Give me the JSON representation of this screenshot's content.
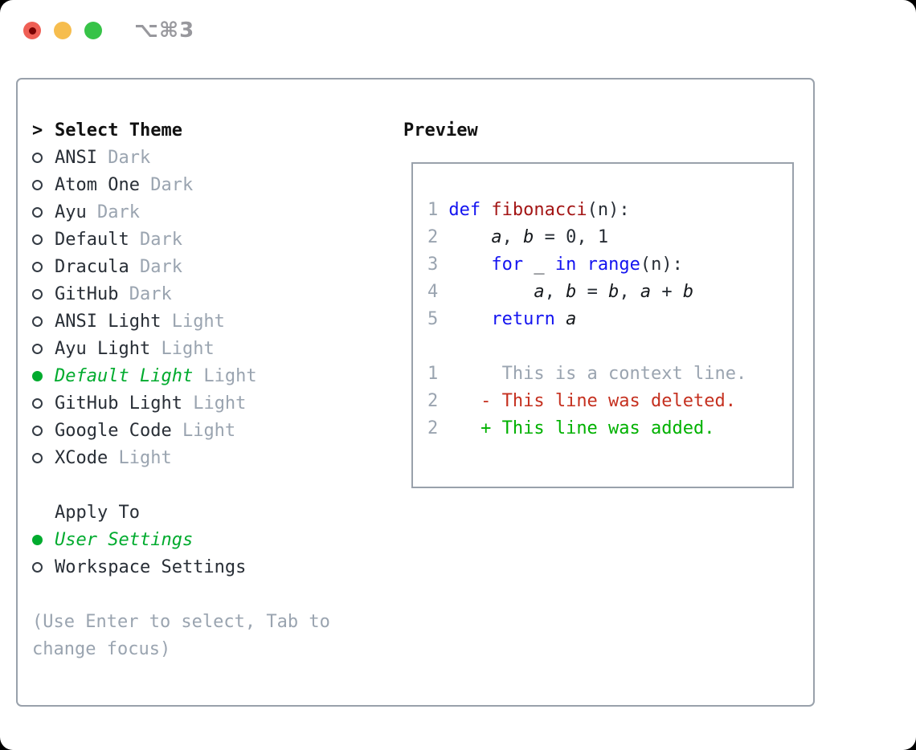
{
  "window": {
    "title": "⌥⌘3"
  },
  "panel": {
    "selector": {
      "prompt": ">",
      "title": "Select Theme"
    },
    "themes": [
      {
        "name": "ANSI",
        "variant": "Dark",
        "selected": false
      },
      {
        "name": "Atom One",
        "variant": "Dark",
        "selected": false
      },
      {
        "name": "Ayu",
        "variant": "Dark",
        "selected": false
      },
      {
        "name": "Default",
        "variant": "Dark",
        "selected": false
      },
      {
        "name": "Dracula",
        "variant": "Dark",
        "selected": false
      },
      {
        "name": "GitHub",
        "variant": "Dark",
        "selected": false
      },
      {
        "name": "ANSI Light",
        "variant": "Light",
        "selected": false
      },
      {
        "name": "Ayu Light",
        "variant": "Light",
        "selected": false
      },
      {
        "name": "Default Light",
        "variant": "Light",
        "selected": true
      },
      {
        "name": "GitHub Light",
        "variant": "Light",
        "selected": false
      },
      {
        "name": "Google Code",
        "variant": "Light",
        "selected": false
      },
      {
        "name": "XCode",
        "variant": "Light",
        "selected": false
      }
    ],
    "apply_to": {
      "label": "Apply To",
      "options": [
        {
          "name": "User Settings",
          "selected": true
        },
        {
          "name": "Workspace Settings",
          "selected": false
        }
      ]
    },
    "hint_lines": [
      "(Use Enter to select, Tab to",
      "change focus)"
    ]
  },
  "preview": {
    "label": "Preview",
    "lines": [
      {
        "num": "1",
        "tokens": [
          [
            "kw",
            "def"
          ],
          [
            "pl",
            " "
          ],
          [
            "fn",
            "fibonacci"
          ],
          [
            "pl",
            "(n):"
          ]
        ]
      },
      {
        "num": "2",
        "tokens": [
          [
            "pl",
            "    "
          ],
          [
            "var",
            "a"
          ],
          [
            "pl",
            ", "
          ],
          [
            "var",
            "b"
          ],
          [
            "pl",
            " = 0, 1"
          ]
        ]
      },
      {
        "num": "3",
        "tokens": [
          [
            "pl",
            "    "
          ],
          [
            "kw",
            "for"
          ],
          [
            "pl",
            " _ "
          ],
          [
            "kw",
            "in"
          ],
          [
            "pl",
            " "
          ],
          [
            "kw",
            "range"
          ],
          [
            "pl",
            "(n):"
          ]
        ]
      },
      {
        "num": "4",
        "tokens": [
          [
            "pl",
            "        "
          ],
          [
            "var",
            "a"
          ],
          [
            "pl",
            ", "
          ],
          [
            "var",
            "b"
          ],
          [
            "pl",
            " = "
          ],
          [
            "var",
            "b"
          ],
          [
            "pl",
            ", "
          ],
          [
            "var",
            "a"
          ],
          [
            "pl",
            " + "
          ],
          [
            "var",
            "b"
          ]
        ]
      },
      {
        "num": "5",
        "tokens": [
          [
            "pl",
            "    "
          ],
          [
            "kw",
            "return"
          ],
          [
            "pl",
            " "
          ],
          [
            "var",
            "a"
          ]
        ]
      },
      {
        "num": "",
        "tokens": []
      },
      {
        "num": "1",
        "tokens": [
          [
            "ctx",
            "     This is a context line."
          ]
        ]
      },
      {
        "num": "2",
        "tokens": [
          [
            "del",
            "   - This line was deleted."
          ]
        ]
      },
      {
        "num": "2",
        "tokens": [
          [
            "add",
            "   + This line was added."
          ]
        ]
      }
    ]
  },
  "colors": {
    "text_dark": "#282e36",
    "muted_gray": "#9aa4b0",
    "border_gray": "#99a1ab",
    "accent_green": "#00ab2e",
    "keyword_blue": "#1414f0",
    "function_red": "#a31515",
    "deleted_red": "#c5301f",
    "added_green": "#00b100",
    "traffic_red": "#ef5f55",
    "traffic_yellow": "#f6bd4e",
    "traffic_green": "#37c348",
    "title_gray": "#98989d"
  }
}
